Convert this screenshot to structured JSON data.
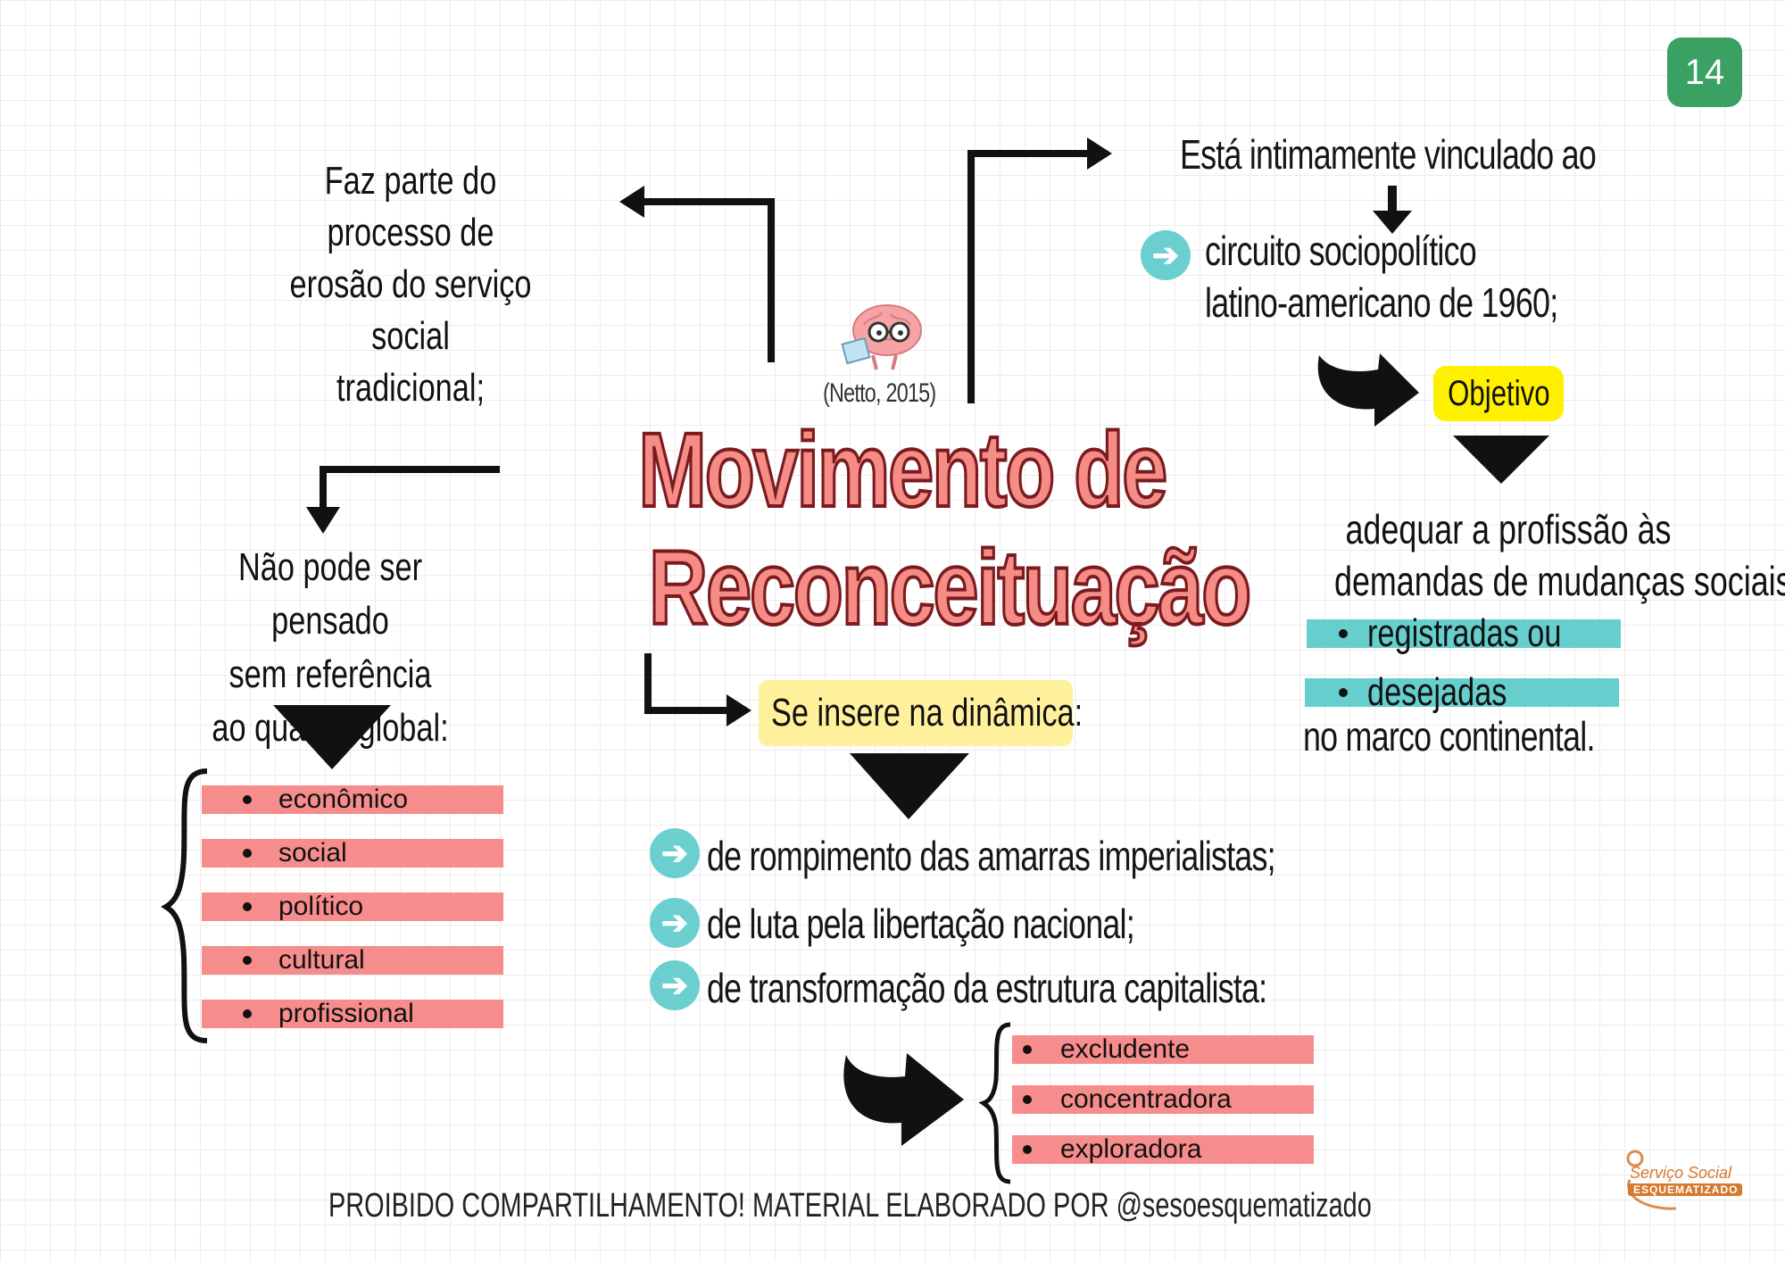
{
  "page_number": "14",
  "citation": "(Netto, 2015)",
  "title": {
    "line1": "Movimento de",
    "line2": "Reconceituação"
  },
  "top_left": {
    "line1": "Faz parte do processo de",
    "line2": "erosão do serviço social",
    "line3": "tradicional;"
  },
  "left": {
    "line1": "Não pode ser pensado",
    "line2": "sem referência",
    "line3": "ao quadro global:",
    "items": [
      "econômico",
      "social",
      "político",
      "cultural",
      "profissional"
    ]
  },
  "top_right": {
    "heading": "Está intimamente vinculado ao",
    "line1": "circuito sociopolítico",
    "line2": "latino-americano de 1960;"
  },
  "objective": {
    "label": "Objetivo",
    "line1": "adequar a profissão às",
    "line2": "demandas de mudanças sociais",
    "items": [
      "registradas ou",
      "desejadas"
    ],
    "line3": "no marco continental."
  },
  "center": {
    "label": "Se insere na dinâmica:",
    "points": [
      "de rompimento das amarras imperialistas;",
      "de luta pela libertação nacional;",
      "de transformação da estrutura capitalista:"
    ],
    "items": [
      "excludente",
      "concentradora",
      "exploradora"
    ]
  },
  "footer": "PROIBIDO COMPARTILHAMENTO!  MATERIAL ELABORADO POR @sesoesquematizado",
  "logo": {
    "line1": "Serviço Social",
    "line2": "ESQUEMATIZADO"
  },
  "colors": {
    "title_fill": "#f58d86",
    "title_stroke": "#7b1a1f",
    "red_bar": "#f78c8c",
    "teal": "#66cfce",
    "yellow": "#fff19c",
    "badge": "#3aa163"
  }
}
